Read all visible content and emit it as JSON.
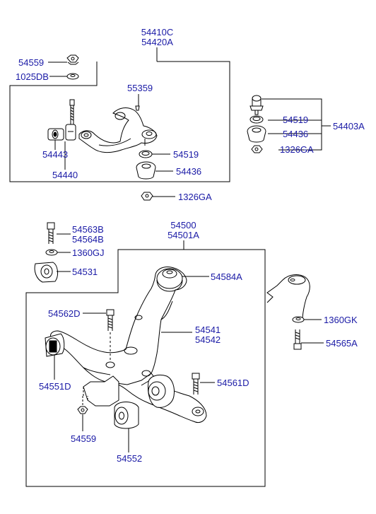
{
  "colors": {
    "label": "#1a1aa6",
    "line": "#000000"
  },
  "labels": {
    "upper_arm_a": "54410C",
    "upper_arm_b": "54420A",
    "nut_54559_top": "54559",
    "washer_1025db": "1025DB",
    "pin_55359": "55359",
    "seal_54519": "54519",
    "joint_54436": "54436",
    "bushing_54443": "54443",
    "bolt_54440": "54440",
    "nut_1326ga_mid": "1326GA",
    "ball_joint_54403a": "54403A",
    "bj_seal_54519": "54519",
    "bj_joint_54436": "54436",
    "bj_nut_1326ga": "1326GA",
    "lower_arm_a": "54500",
    "lower_arm_b": "54501A",
    "bolt_54563b": "54563B",
    "bolt_54564b": "54564B",
    "washer_1360gj": "1360GJ",
    "bushing_54531": "54531",
    "bushing_54584a": "54584A",
    "bolt_54562d": "54562D",
    "arm_54541": "54541",
    "arm_54542": "54542",
    "bushing_54551d": "54551D",
    "bolt_54561d": "54561D",
    "nut_54559_low": "54559",
    "bushing_54552": "54552",
    "washer_1360gk": "1360GK",
    "bolt_54565a": "54565A"
  }
}
